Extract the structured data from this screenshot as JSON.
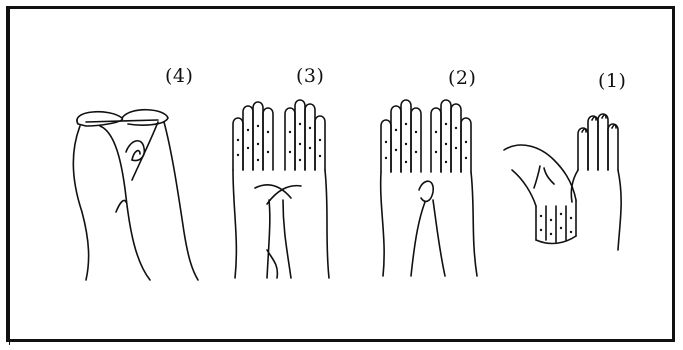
{
  "figure": {
    "labels": [
      "(4)",
      "(3)",
      "(2)",
      "(1)"
    ]
  }
}
